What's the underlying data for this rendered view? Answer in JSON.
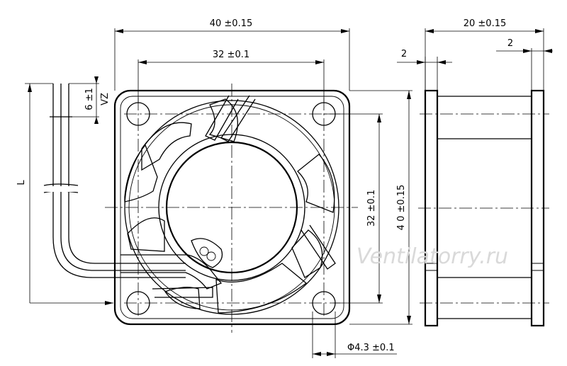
{
  "dimensions": {
    "front_width": "40 ±0.15",
    "front_hole_pitch": "32 ±0.1",
    "front_height": "4 0 ±0.15",
    "front_hole_pitch_vertical": "32 ±0.1",
    "hole_diameter": "Φ4.3 ±0.1",
    "side_depth": "20 ±0.15",
    "side_flange_left": "2",
    "side_flange_right": "2",
    "wire_strip": "6 ±1",
    "wire_tin": "VZ",
    "lead_length": "L"
  },
  "watermark": "Ventilatorry.ru"
}
